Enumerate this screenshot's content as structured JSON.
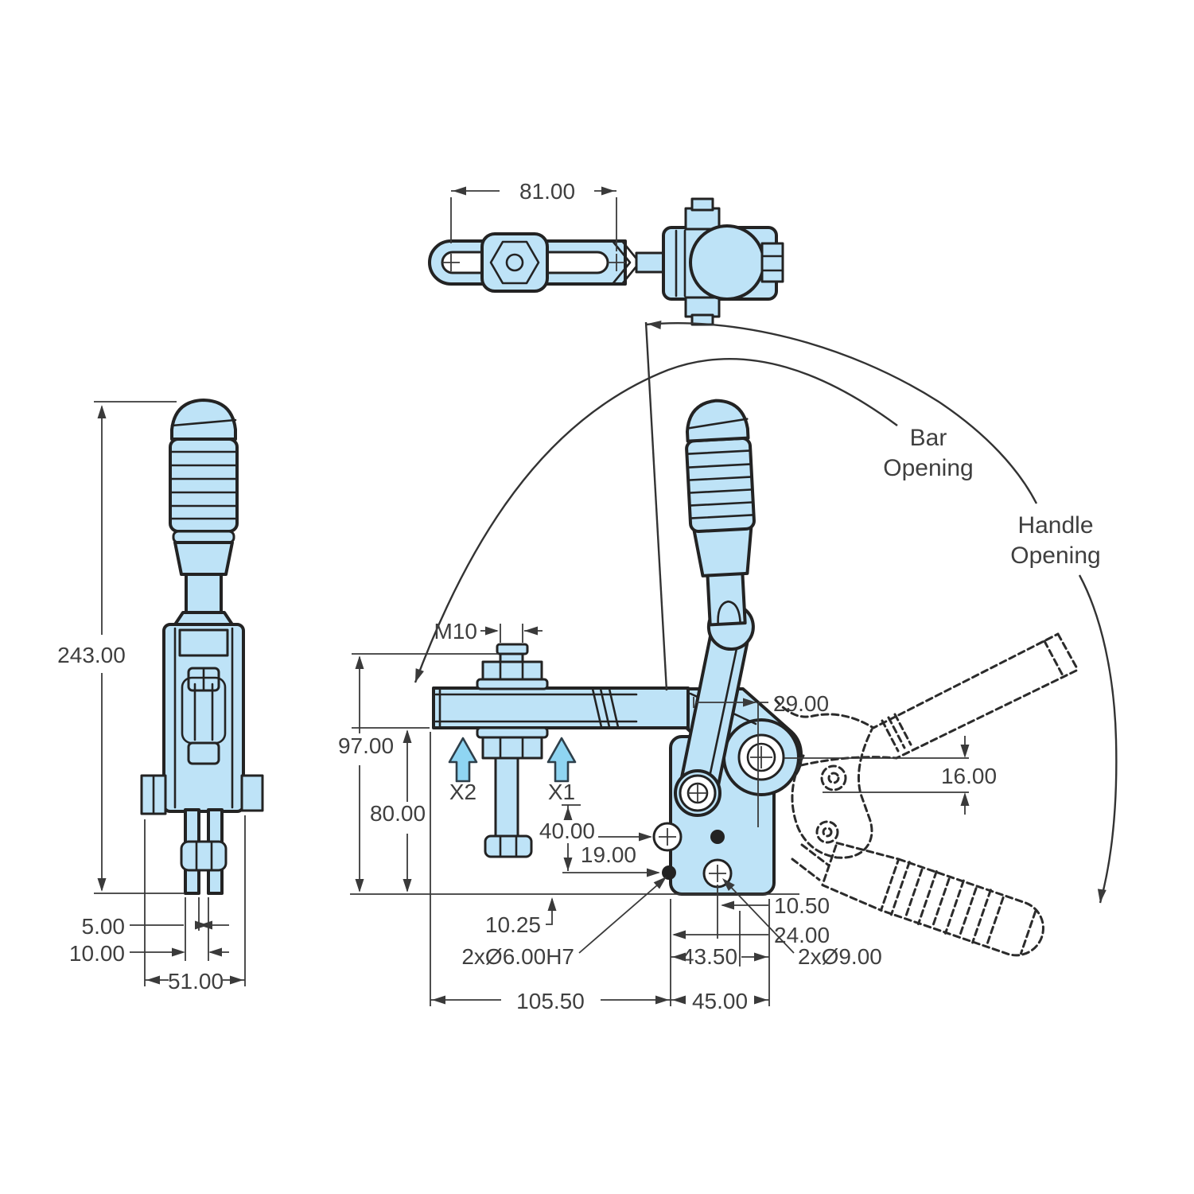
{
  "drawing": {
    "kind": "toggle-clamp engineering drawing",
    "colors": {
      "part_fill": "#BEE3F7",
      "outline": "#232323",
      "dimension": "#3A3A3A",
      "indicator_arrow": "#8FD5F2",
      "background": "#FFFFFF"
    },
    "views": {
      "top": "top view",
      "side": "side view",
      "front": "front view with open position shown phantom"
    },
    "labels": {
      "bar_opening": [
        "Bar",
        "Opening"
      ],
      "handle_opening": [
        "Handle",
        "Opening"
      ],
      "x1": "X1",
      "x2": "X2"
    },
    "dims": {
      "d81": "81.00",
      "d243": "243.00",
      "d5": "5.00",
      "d10": "10.00",
      "d51": "51.00",
      "m10": "M10",
      "d97": "97.00",
      "d80": "80.00",
      "d40": "40.00",
      "d19": "19.00",
      "d29": "29.00",
      "d16": "16.00",
      "d1050": "10.50",
      "d2400": "24.00",
      "d1025": "10.25",
      "d4350": "43.50",
      "n6": "2xØ6.00H7",
      "n9": "2xØ9.00",
      "d10550": "105.50",
      "d45": "45.00"
    }
  }
}
